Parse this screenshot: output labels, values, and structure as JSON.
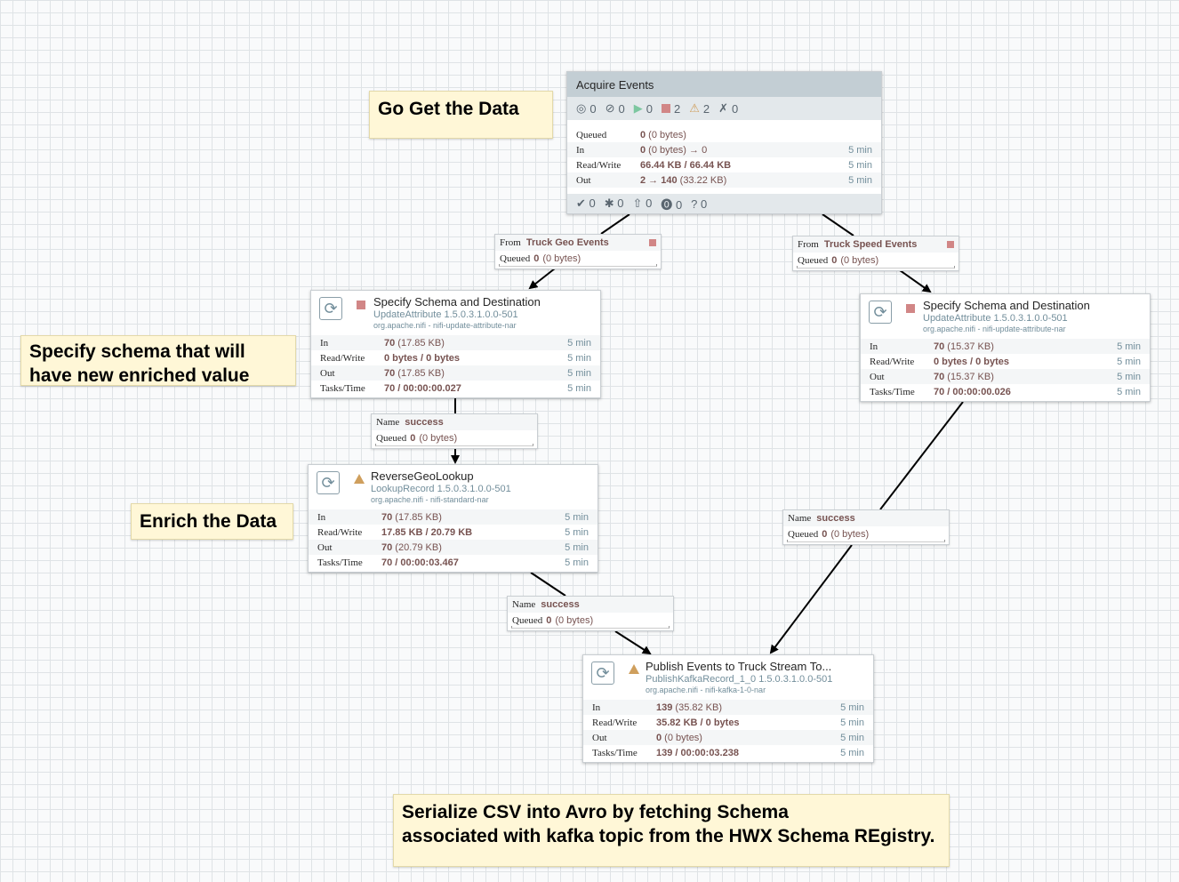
{
  "notes": {
    "go_get": [
      "Go Get the Data"
    ],
    "specify_schema": [
      "Specify schema that will",
      "have new enriched value"
    ],
    "enrich": [
      "Enrich the Data"
    ],
    "serialize": [
      "Serialize CSV into Avro by fetching  Schema",
      "associated with kafka topic from the HWX Schema REgistry."
    ]
  },
  "process_group": {
    "title": "Acquire Events",
    "stats": {
      "transmitting": "0",
      "not_transmitting": "0",
      "running": "0",
      "stopped": "2",
      "invalid": "2",
      "disabled": "0"
    },
    "rows": [
      {
        "k": "Queued",
        "v": "0",
        "s": " (0 bytes)",
        "t": ""
      },
      {
        "k": "In",
        "v": "0",
        "s": " (0 bytes) → 0",
        "t": "5 min"
      },
      {
        "k": "Read/Write",
        "v": "66.44 KB / 66.44 KB",
        "s": "",
        "t": "5 min"
      },
      {
        "k": "Out",
        "v": "2 → 140",
        "s": " (33.22 KB)",
        "t": "5 min"
      }
    ],
    "footer": {
      "up_to_date": "0",
      "locally_modified": "0",
      "stale": "0",
      "locally_modified_stale": "0",
      "sync_failure": "0"
    }
  },
  "connections": {
    "geo": {
      "k1": "From",
      "v1": "Truck Geo Events",
      "k2": "Queued",
      "v2": "0",
      "s2": "(0 bytes)"
    },
    "speed": {
      "k1": "From",
      "v1": "Truck Speed Events",
      "k2": "Queued",
      "v2": "0",
      "s2": "(0 bytes)"
    },
    "success1": {
      "k1": "Name",
      "v1": "success",
      "k2": "Queued",
      "v2": "0",
      "s2": "(0 bytes)"
    },
    "success2": {
      "k1": "Name",
      "v1": "success",
      "k2": "Queued",
      "v2": "0",
      "s2": "(0 bytes)"
    },
    "success3": {
      "k1": "Name",
      "v1": "success",
      "k2": "Queued",
      "v2": "0",
      "s2": "(0 bytes)"
    }
  },
  "processors": {
    "specify_left": {
      "name": "Specify Schema and Destination",
      "type": "UpdateAttribute 1.5.0.3.1.0.0-501",
      "bundle": "org.apache.nifi - nifi-update-attribute-nar",
      "rows": [
        {
          "k": "In",
          "v": "70",
          "s": " (17.85 KB)",
          "t": "5 min"
        },
        {
          "k": "Read/Write",
          "v": "0 bytes / 0 bytes",
          "s": "",
          "t": "5 min"
        },
        {
          "k": "Out",
          "v": "70",
          "s": " (17.85 KB)",
          "t": "5 min"
        },
        {
          "k": "Tasks/Time",
          "v": "70 / 00:00:00.027",
          "s": "",
          "t": "5 min"
        }
      ]
    },
    "specify_right": {
      "name": "Specify Schema and Destination",
      "type": "UpdateAttribute 1.5.0.3.1.0.0-501",
      "bundle": "org.apache.nifi - nifi-update-attribute-nar",
      "rows": [
        {
          "k": "In",
          "v": "70",
          "s": " (15.37 KB)",
          "t": "5 min"
        },
        {
          "k": "Read/Write",
          "v": "0 bytes / 0 bytes",
          "s": "",
          "t": "5 min"
        },
        {
          "k": "Out",
          "v": "70",
          "s": " (15.37 KB)",
          "t": "5 min"
        },
        {
          "k": "Tasks/Time",
          "v": "70 / 00:00:00.026",
          "s": "",
          "t": "5 min"
        }
      ]
    },
    "reverse_geo": {
      "name": "ReverseGeoLookup",
      "type": "LookupRecord 1.5.0.3.1.0.0-501",
      "bundle": "org.apache.nifi - nifi-standard-nar",
      "rows": [
        {
          "k": "In",
          "v": "70",
          "s": " (17.85 KB)",
          "t": "5 min"
        },
        {
          "k": "Read/Write",
          "v": "17.85 KB / 20.79 KB",
          "s": "",
          "t": "5 min"
        },
        {
          "k": "Out",
          "v": "70",
          "s": " (20.79 KB)",
          "t": "5 min"
        },
        {
          "k": "Tasks/Time",
          "v": "70 / 00:00:03.467",
          "s": "",
          "t": "5 min"
        }
      ]
    },
    "publish": {
      "name": "Publish Events to Truck Stream To...",
      "type": "PublishKafkaRecord_1_0 1.5.0.3.1.0.0-501",
      "bundle": "org.apache.nifi - nifi-kafka-1-0-nar",
      "rows": [
        {
          "k": "In",
          "v": "139",
          "s": " (35.82 KB)",
          "t": "5 min"
        },
        {
          "k": "Read/Write",
          "v": "35.82 KB / 0 bytes",
          "s": "",
          "t": "5 min"
        },
        {
          "k": "Out",
          "v": "0",
          "s": " (0 bytes)",
          "t": "5 min"
        },
        {
          "k": "Tasks/Time",
          "v": "139 / 00:00:03.238",
          "s": "",
          "t": "5 min"
        }
      ]
    }
  }
}
